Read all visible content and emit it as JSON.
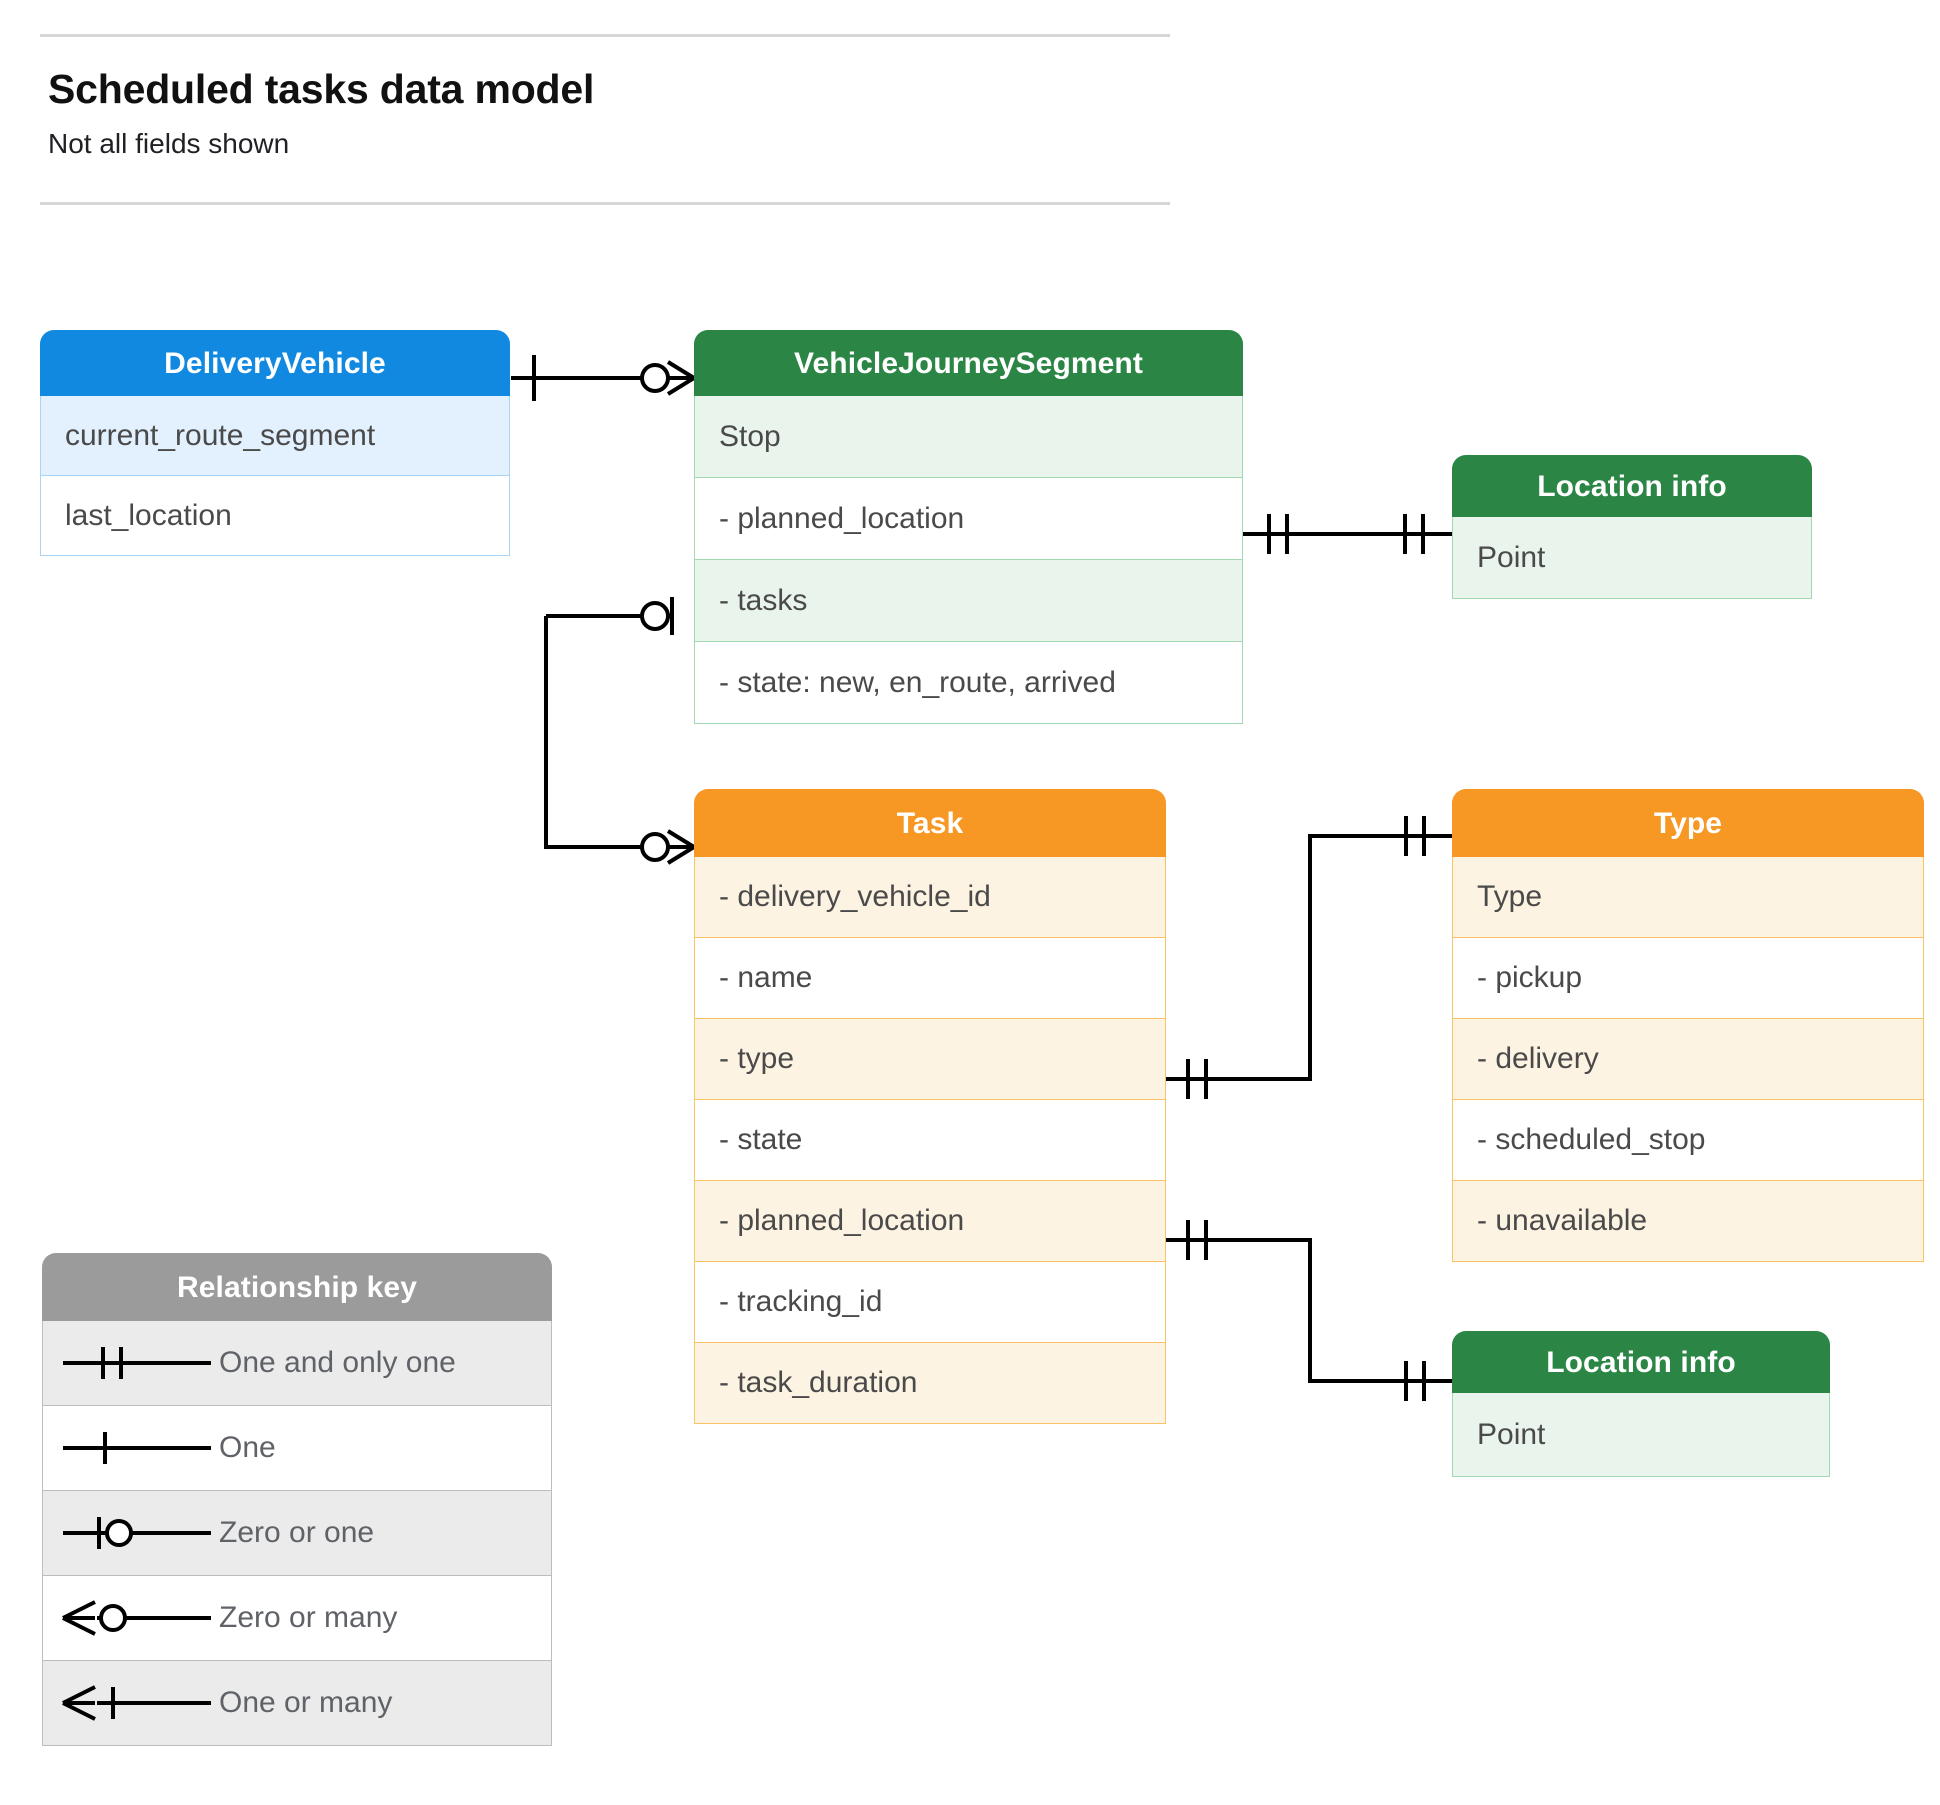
{
  "header": {
    "title": "Scheduled tasks data model",
    "subtitle": "Not all fields shown"
  },
  "entities": {
    "delivery_vehicle": {
      "title": "DeliveryVehicle",
      "color": "#1289e0",
      "rows": [
        "current_route_segment",
        "last_location"
      ]
    },
    "vehicle_journey_segment": {
      "title": "VehicleJourneySegment",
      "color": "#2b8646",
      "rows": [
        "Stop",
        "-  planned_location",
        "- tasks",
        "- state: new, en_route, arrived"
      ]
    },
    "location_info_top": {
      "title": "Location info",
      "color": "#2b8646",
      "rows": [
        "Point"
      ]
    },
    "task": {
      "title": "Task",
      "color": "#f79824",
      "rows": [
        "- delivery_vehicle_id",
        "- name",
        "- type",
        "- state",
        "- planned_location",
        "- tracking_id",
        "- task_duration"
      ]
    },
    "type": {
      "title": "Type",
      "color": "#f79824",
      "rows": [
        "Type",
        "-   pickup",
        "-   delivery",
        "-   scheduled_stop",
        "-   unavailable"
      ]
    },
    "location_info_bottom": {
      "title": "Location info",
      "color": "#2b8646",
      "rows": [
        "Point"
      ]
    }
  },
  "legend": {
    "title": "Relationship key",
    "color": "#9b9b9b",
    "items": [
      {
        "symbol": "one-and-only-one",
        "label": "One and only one"
      },
      {
        "symbol": "one",
        "label": "One"
      },
      {
        "symbol": "zero-or-one",
        "label": "Zero or one"
      },
      {
        "symbol": "zero-or-many",
        "label": "Zero or many"
      },
      {
        "symbol": "one-or-many",
        "label": "One or many"
      }
    ]
  },
  "relationships": [
    {
      "from": "DeliveryVehicle",
      "from_cardinality": "one",
      "to": "VehicleJourneySegment",
      "to_cardinality": "zero-or-many"
    },
    {
      "from": "VehicleJourneySegment.planned_location",
      "from_cardinality": "one-and-only-one",
      "to": "Location info",
      "to_cardinality": "one-and-only-one"
    },
    {
      "from": "VehicleJourneySegment.tasks",
      "from_cardinality": "zero-or-one",
      "to": "Task",
      "to_cardinality": "zero-or-many"
    },
    {
      "from": "Task.type",
      "from_cardinality": "one-and-only-one",
      "to": "Type",
      "to_cardinality": "one-and-only-one"
    },
    {
      "from": "Task.planned_location",
      "from_cardinality": "one-and-only-one",
      "to": "Location info",
      "to_cardinality": "one-and-only-one"
    }
  ]
}
